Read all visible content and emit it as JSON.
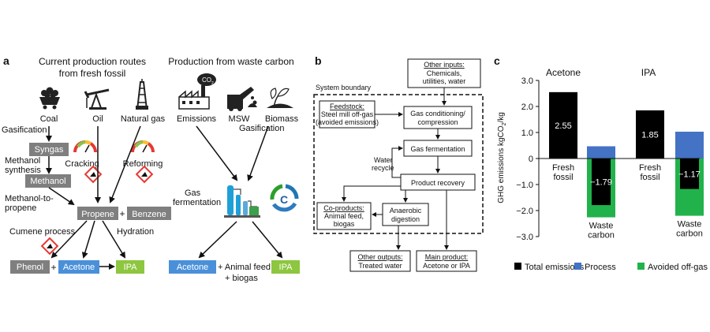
{
  "panel_a": {
    "letter": "a",
    "title_fossil_1": "Current production routes",
    "title_fossil_2": "from fresh fossil",
    "title_waste": "Production from waste carbon",
    "coal": "Coal",
    "oil": "Oil",
    "natural_gas": "Natural gas",
    "emissions": "Emissions",
    "msw": "MSW",
    "biomass": "Biomass",
    "co2_icon_text": "CO",
    "co2_icon_sub": "2",
    "gasification_left": "Gasification",
    "gasification_right": "Gasification",
    "syngas": "Syngas",
    "methanol_synthesis_1": "Methanol",
    "methanol_synthesis_2": "synthesis",
    "methanol": "Methanol",
    "cracking": "Cracking",
    "reforming": "Reforming",
    "methanol_to_propene_1": "Methanol-to-",
    "methanol_to_propene_2": "propene",
    "propene": "Propene",
    "plus1": "+",
    "benzene": "Benzene",
    "cumene_process": "Cumene process",
    "hydration": "Hydration",
    "phenol": "Phenol",
    "plus2": "+",
    "acetone": "Acetone",
    "ipa": "IPA",
    "gas_fermentation_1": "Gas",
    "gas_fermentation_2": "fermentation",
    "recycle_letter": "C",
    "acetone_waste": "Acetone",
    "animal_feed_1": "+ Animal feed",
    "animal_feed_2": "+ biogas",
    "ipa_waste": "IPA",
    "colors": {
      "grey_box": "#7f7f7f",
      "acetone_box": "#4a90d9",
      "ipa_box": "#8dc63f"
    }
  },
  "panel_b": {
    "letter": "b",
    "other_inputs_title": "Other inputs:",
    "other_inputs_1": "Chemicals,",
    "other_inputs_2": "utilities, water",
    "system_boundary": "System boundary",
    "feedstock_title": "Feedstock:",
    "feedstock_1": "Steel mill off-gas",
    "feedstock_2": "(avoided emissions)",
    "gas_conditioning_1": "Gas conditioning/",
    "gas_conditioning_2": "compression",
    "gas_fermentation": "Gas fermentation",
    "water_recycle_1": "Water",
    "water_recycle_2": "recycle",
    "product_recovery": "Product recovery",
    "coproducts_title": "Co-products:",
    "coproducts_1": "Animal feed,",
    "coproducts_2": "biogas",
    "anaerobic_1": "Anaerobic",
    "anaerobic_2": "digestion",
    "other_outputs_title": "Other outputs:",
    "other_outputs_1": "Treated water",
    "main_product_title": "Main product:",
    "main_product_1": "Acetone or IPA"
  },
  "chart_data": {
    "type": "bar",
    "letter": "c",
    "ylabel": "GHG emissions kgCO2/kg",
    "ylabel_main": "GHG emissions kgCO",
    "ylabel_sub": "2",
    "ylabel_end": "/kg",
    "ylim": [
      -3.0,
      3.0
    ],
    "yticks": [
      3.0,
      2.0,
      1.0,
      0,
      -1.0,
      -2.0,
      -3.0
    ],
    "ytick_labels": [
      "3.0",
      "2.0",
      "1.0",
      "0",
      "−1.0",
      "−2.0",
      "−3.0"
    ],
    "groups": [
      {
        "name": "Acetone",
        "bars": [
          {
            "label": "Fresh fossil",
            "label_lines": [
              "Fresh",
              "fossil"
            ],
            "total": 2.55,
            "total_label": "2.55",
            "process": null,
            "avoided": null
          },
          {
            "label": "Waste carbon",
            "label_lines": [
              "Waste",
              "carbon"
            ],
            "total": -1.79,
            "total_label": "−1.79",
            "process": 0.47,
            "avoided": -2.26
          }
        ]
      },
      {
        "name": "IPA",
        "bars": [
          {
            "label": "Fresh fossil",
            "label_lines": [
              "Fresh",
              "fossil"
            ],
            "total": 1.85,
            "total_label": "1.85",
            "process": null,
            "avoided": null
          },
          {
            "label": "Waste carbon",
            "label_lines": [
              "Waste",
              "carbon"
            ],
            "total": -1.17,
            "total_label": "−1.17",
            "process": 1.03,
            "avoided": -2.2
          }
        ]
      }
    ],
    "legend": [
      {
        "name": "Total emissions",
        "color": "#000000"
      },
      {
        "name": "Process",
        "color": "#4472c4"
      },
      {
        "name": "Avoided off-gas",
        "color": "#21b24b"
      }
    ],
    "legend_position": "bottom"
  }
}
